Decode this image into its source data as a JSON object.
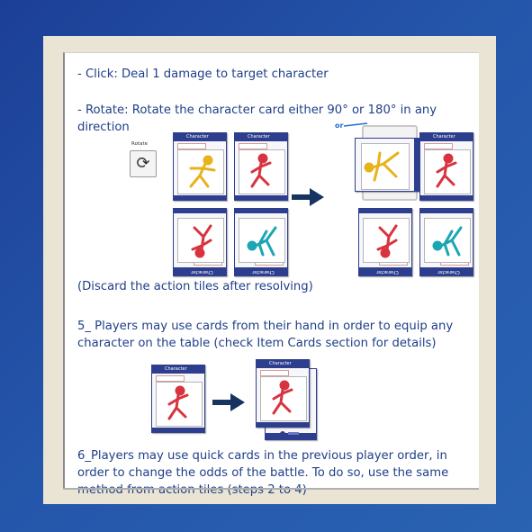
{
  "text": {
    "click": "- Click: Deal 1 damage to target character",
    "rotate": "- Rotate: Rotate the character card either 90° or 180° in any direction",
    "discard": "(Discard the action tiles after resolving)",
    "step5": "5_ Players may use cards from their hand in order to equip any character on the table (check Item Cards section for details)",
    "step6": "6_Players may use quick cards in the previous player order, in order to change the odds of the battle. To do so, use the same method from action tiles (steps 2 to 4)"
  },
  "figure": {
    "rotate_icon_label": "Rotate",
    "or_label": "or",
    "card_header": "Character",
    "icon_rotate": "rotate-arrows-icon",
    "icon_arrow": "right-arrow-icon"
  },
  "colors": {
    "text": "#1f3f88",
    "card_blue": "#2c3e8d",
    "figure_yellow": "#e8b21a",
    "figure_red": "#d8333f",
    "figure_cyan": "#1aa6b3"
  }
}
